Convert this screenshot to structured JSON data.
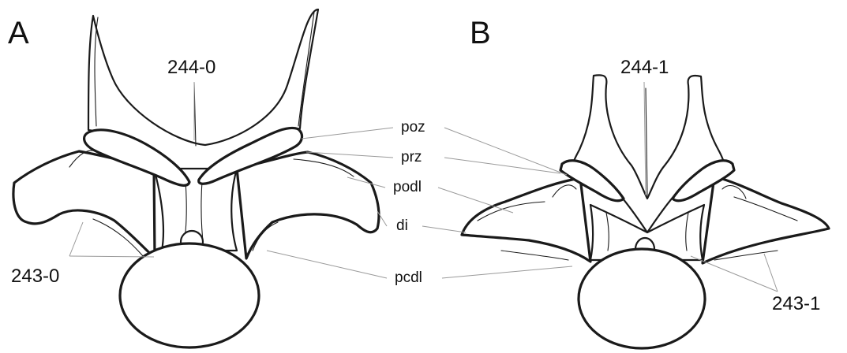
{
  "panels": {
    "a": {
      "letter": "A"
    },
    "b": {
      "letter": "B"
    }
  },
  "labels": {
    "a_top": "244-0",
    "a_bottom": "243-0",
    "b_top": "244-1",
    "b_bottom": "243-1"
  },
  "structures": {
    "poz": "poz",
    "prz": "prz",
    "podl": "podl",
    "di": "di",
    "pcdl": "pcdl"
  },
  "colors": {
    "ink": "#1a1a1a",
    "leader": "#9a9a9a",
    "background": "#ffffff"
  }
}
